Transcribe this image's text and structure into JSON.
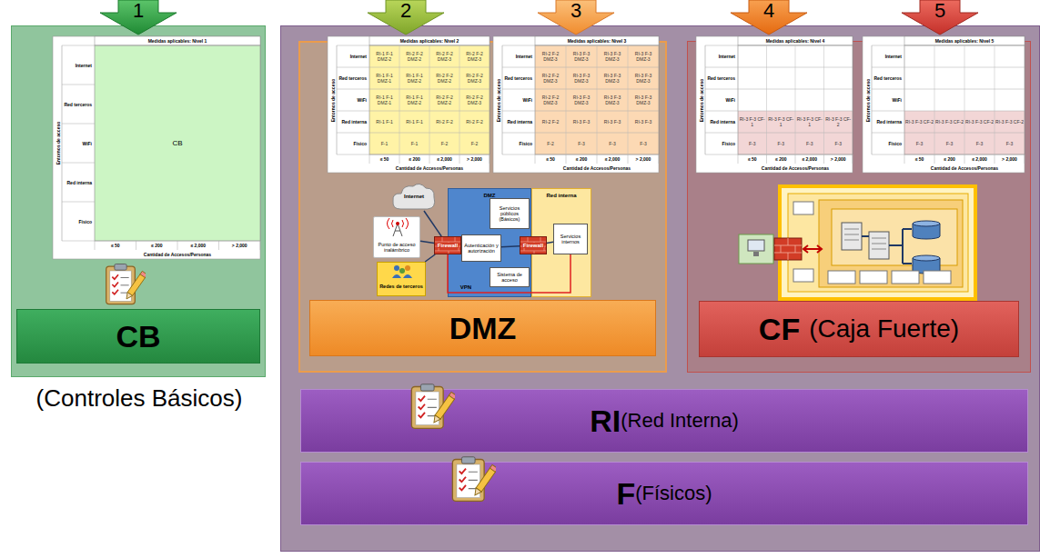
{
  "diagram": {
    "nodes": [
      {
        "text": [
          "CB",
          "(Controles Básicos)"
        ]
      },
      {
        "text": [
          "DMZ"
        ]
      },
      {
        "text": [
          "Internet"
        ],
        "in": 1
      },
      {
        "text": [
          "Punto de acceso inalámbrico"
        ],
        "in": 1
      },
      {
        "text": [
          "Redes de terceros"
        ],
        "in": 1
      },
      {
        "text": [
          "Firewall"
        ],
        "in": 1
      },
      {
        "text": [
          "DMZ"
        ],
        "in": 1
      },
      {
        "text": [
          "Autenticación y autorización"
        ],
        "in": 6
      },
      {
        "text": [
          "Servicios públicos (Básicos)"
        ],
        "in": 6
      },
      {
        "text": [
          "Sistema de acceso"
        ],
        "in": 6
      },
      {
        "text": [
          "Firewall"
        ],
        "in": 1
      },
      {
        "text": [
          "Red interna"
        ],
        "in": 1
      },
      {
        "text": [
          "Servicios internos"
        ],
        "in": 11
      },
      {
        "text": [
          "CF",
          "(Caja Fuerte)"
        ]
      },
      {
        "text": [
          "RI",
          "(Red Interna)"
        ]
      },
      {
        "text": [
          "F",
          "(Físicos)"
        ]
      }
    ],
    "edges": [
      {
        "from": 2,
        "to": 5,
        "arrow": "none"
      },
      {
        "from": 3,
        "to": 5,
        "arrow": "none"
      },
      {
        "from": 4,
        "to": 5,
        "arrow": "none"
      },
      {
        "from": 5,
        "to": 7,
        "arrow": "none"
      },
      {
        "from": 7,
        "to": 10,
        "arrow": "none"
      },
      {
        "from": 10,
        "to": 12,
        "arrow": "none"
      }
    ],
    "labels": [
      "1",
      "2",
      "3",
      "4",
      "5",
      "Medidas aplicables: Nivel 1",
      "Entornos de acceso",
      "Internet",
      "Red terceros",
      "WiFi",
      "Red interna",
      "Físico",
      "CB",
      "≤ 50",
      "≤ 200",
      "≤ 2,000",
      "> 2,000",
      "Cantidad de Accesos/Personas",
      "Medidas aplicables: Nivel 2",
      "Entornos de acceso",
      "Internet",
      "Red terceros",
      "WiFi",
      "Red interna",
      "Físico",
      "RI-1 F-1 DMZ-2",
      "RI-2 F-2 DMZ-2",
      "RI-2 F-2 DMZ-3",
      "RI-2 F-2 DMZ-3",
      "RI-1 F-1 DMZ-1",
      "RI-1 F-1 DMZ-2",
      "RI-2 F-2 DMZ-2",
      "RI-2 F-2 DMZ-3",
      "RI-1 F-1 DMZ-1",
      "RI-1 F-1 DMZ-2",
      "RI-2 F-2 DMZ-2",
      "RI-2 F-2 DMZ-3",
      "RI-1 F-1",
      "RI-1 F-1",
      "RI-2 F-2",
      "RI-2 F-2",
      "F-1",
      "F-1",
      "F-2",
      "F-2",
      "≤ 50",
      "≤ 200",
      "≤ 2,000",
      "> 2,000",
      "Cantidad de Accesos/Personas",
      "Medidas aplicables: Nivel 3",
      "Entornos de acceso",
      "Internet",
      "Red terceros",
      "WiFi",
      "Red interna",
      "Físico",
      "RI-2 F-2 DMZ-3",
      "RI-3 F-3 DMZ-3",
      "RI-3 F-3 DMZ-3",
      "RI-3 F-3 DMZ-3",
      "RI-2 F-2 DMZ-3",
      "RI-3 F-3 DMZ-3",
      "RI-3 F-3 DMZ-3",
      "RI-3 F-3 DMZ-3",
      "RI-2 F-2 DMZ-3",
      "RI-3 F-3 DMZ-3",
      "RI-3 F-3 DMZ-3",
      "RI-3 F-3 DMZ-3",
      "RI-2 F-2",
      "RI-3 F-3",
      "RI-3 F-3",
      "RI-3 F-3",
      "F-2",
      "F-3",
      "F-3",
      "F-3",
      "≤ 50",
      "≤ 200",
      "≤ 2,000",
      "> 2,000",
      "Cantidad de Accesos/Personas",
      "Medidas aplicables: Nivel 4",
      "Entornos de acceso",
      "Internet",
      "Red terceros",
      "WiFi",
      "Red interna",
      "Físico",
      "RI-3 F-3 CF-1",
      "RI-3 F-3 CF-1",
      "RI-3 F-3 CF-1",
      "RI-3 F-3 CF-2",
      "F-3",
      "F-3",
      "F-3",
      "F-3",
      "≤ 50",
      "≤ 200",
      "≤ 2,000",
      "> 2,000",
      "Cantidad de Accesos/Personas",
      "Medidas aplicables: Nivel 5",
      "Entornos de acceso",
      "Internet",
      "Red terceros",
      "WiFi",
      "Red interna",
      "Físico",
      "RI-3 F-3 CF-2",
      "RI-3 F-3 CF-2",
      "RI-3 F-3 CF-2",
      "RI-3 F-3 CF-2",
      "F-3",
      "F-3",
      "F-3",
      "F-3",
      "≤ 50",
      "≤ 200",
      "≤ 2,000",
      "> 2,000",
      "Cantidad de Accesos/Personas",
      "VPN"
    ]
  }
}
